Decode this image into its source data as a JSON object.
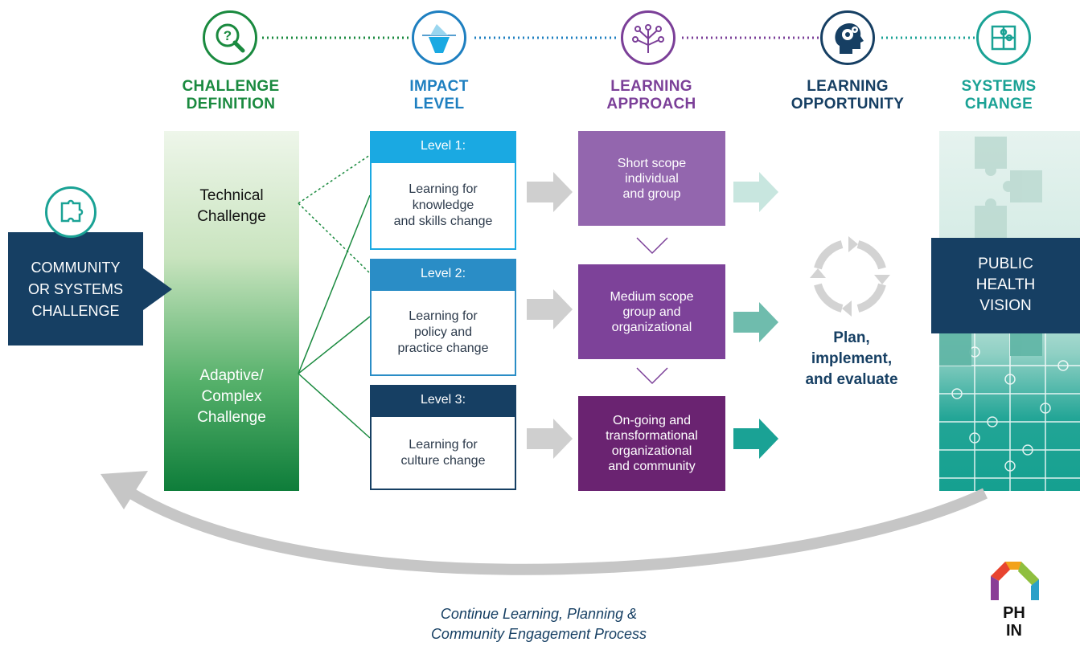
{
  "headers": {
    "challenge": [
      "CHALLENGE",
      "DEFINITION"
    ],
    "impact": [
      "IMPACT",
      "LEVEL"
    ],
    "approach": [
      "LEARNING",
      "APPROACH"
    ],
    "opportunity": [
      "LEARNING",
      "OPPORTUNITY"
    ],
    "systems": [
      "SYSTEMS",
      "CHANGE"
    ]
  },
  "icons": [
    "question-magnifier-icon",
    "iceberg-icon",
    "tree-icon",
    "head-gears-icon",
    "puzzle-icon",
    "puzzle-piece-icon",
    "cycle-arrows-icon"
  ],
  "community_box": [
    "COMMUNITY",
    "OR SYSTEMS",
    "CHALLENGE"
  ],
  "challenge_types": {
    "technical": [
      "Technical",
      "Challenge"
    ],
    "adaptive": [
      "Adaptive/",
      "Complex",
      "Challenge"
    ]
  },
  "levels": [
    {
      "title": "Level 1:",
      "text": [
        "Learning for",
        "knowledge",
        "and skills change"
      ]
    },
    {
      "title": "Level 2:",
      "text": [
        "Learning for",
        "policy and",
        "practice change"
      ]
    },
    {
      "title": "Level 3:",
      "text": [
        "Learning for",
        "culture change"
      ]
    }
  ],
  "approaches": [
    [
      "Short scope",
      "individual",
      "and group"
    ],
    [
      "Medium scope",
      "group and",
      "organizational"
    ],
    [
      "On-going and",
      "transformational",
      "organizational",
      "and community"
    ]
  ],
  "opportunity_text": [
    "Plan,",
    "implement,",
    "and evaluate"
  ],
  "vision_box": [
    "PUBLIC",
    "HEALTH",
    "VISION"
  ],
  "footer": [
    "Continue Learning, Planning &",
    "Community Engagement Process"
  ],
  "logo": {
    "letters": [
      "PH",
      "IN"
    ]
  },
  "colors": {
    "green": "#1a8a3f",
    "blue": "#1e7fc0",
    "purple": "#7b3f98",
    "navy": "#163f63",
    "teal": "#1aa295",
    "level1": "#1aa9e2",
    "level2": "#2a8dc6",
    "level3": "#163f63",
    "approach1": "#9366ae",
    "approach2": "#7d4299",
    "approach3": "#6a2371"
  }
}
